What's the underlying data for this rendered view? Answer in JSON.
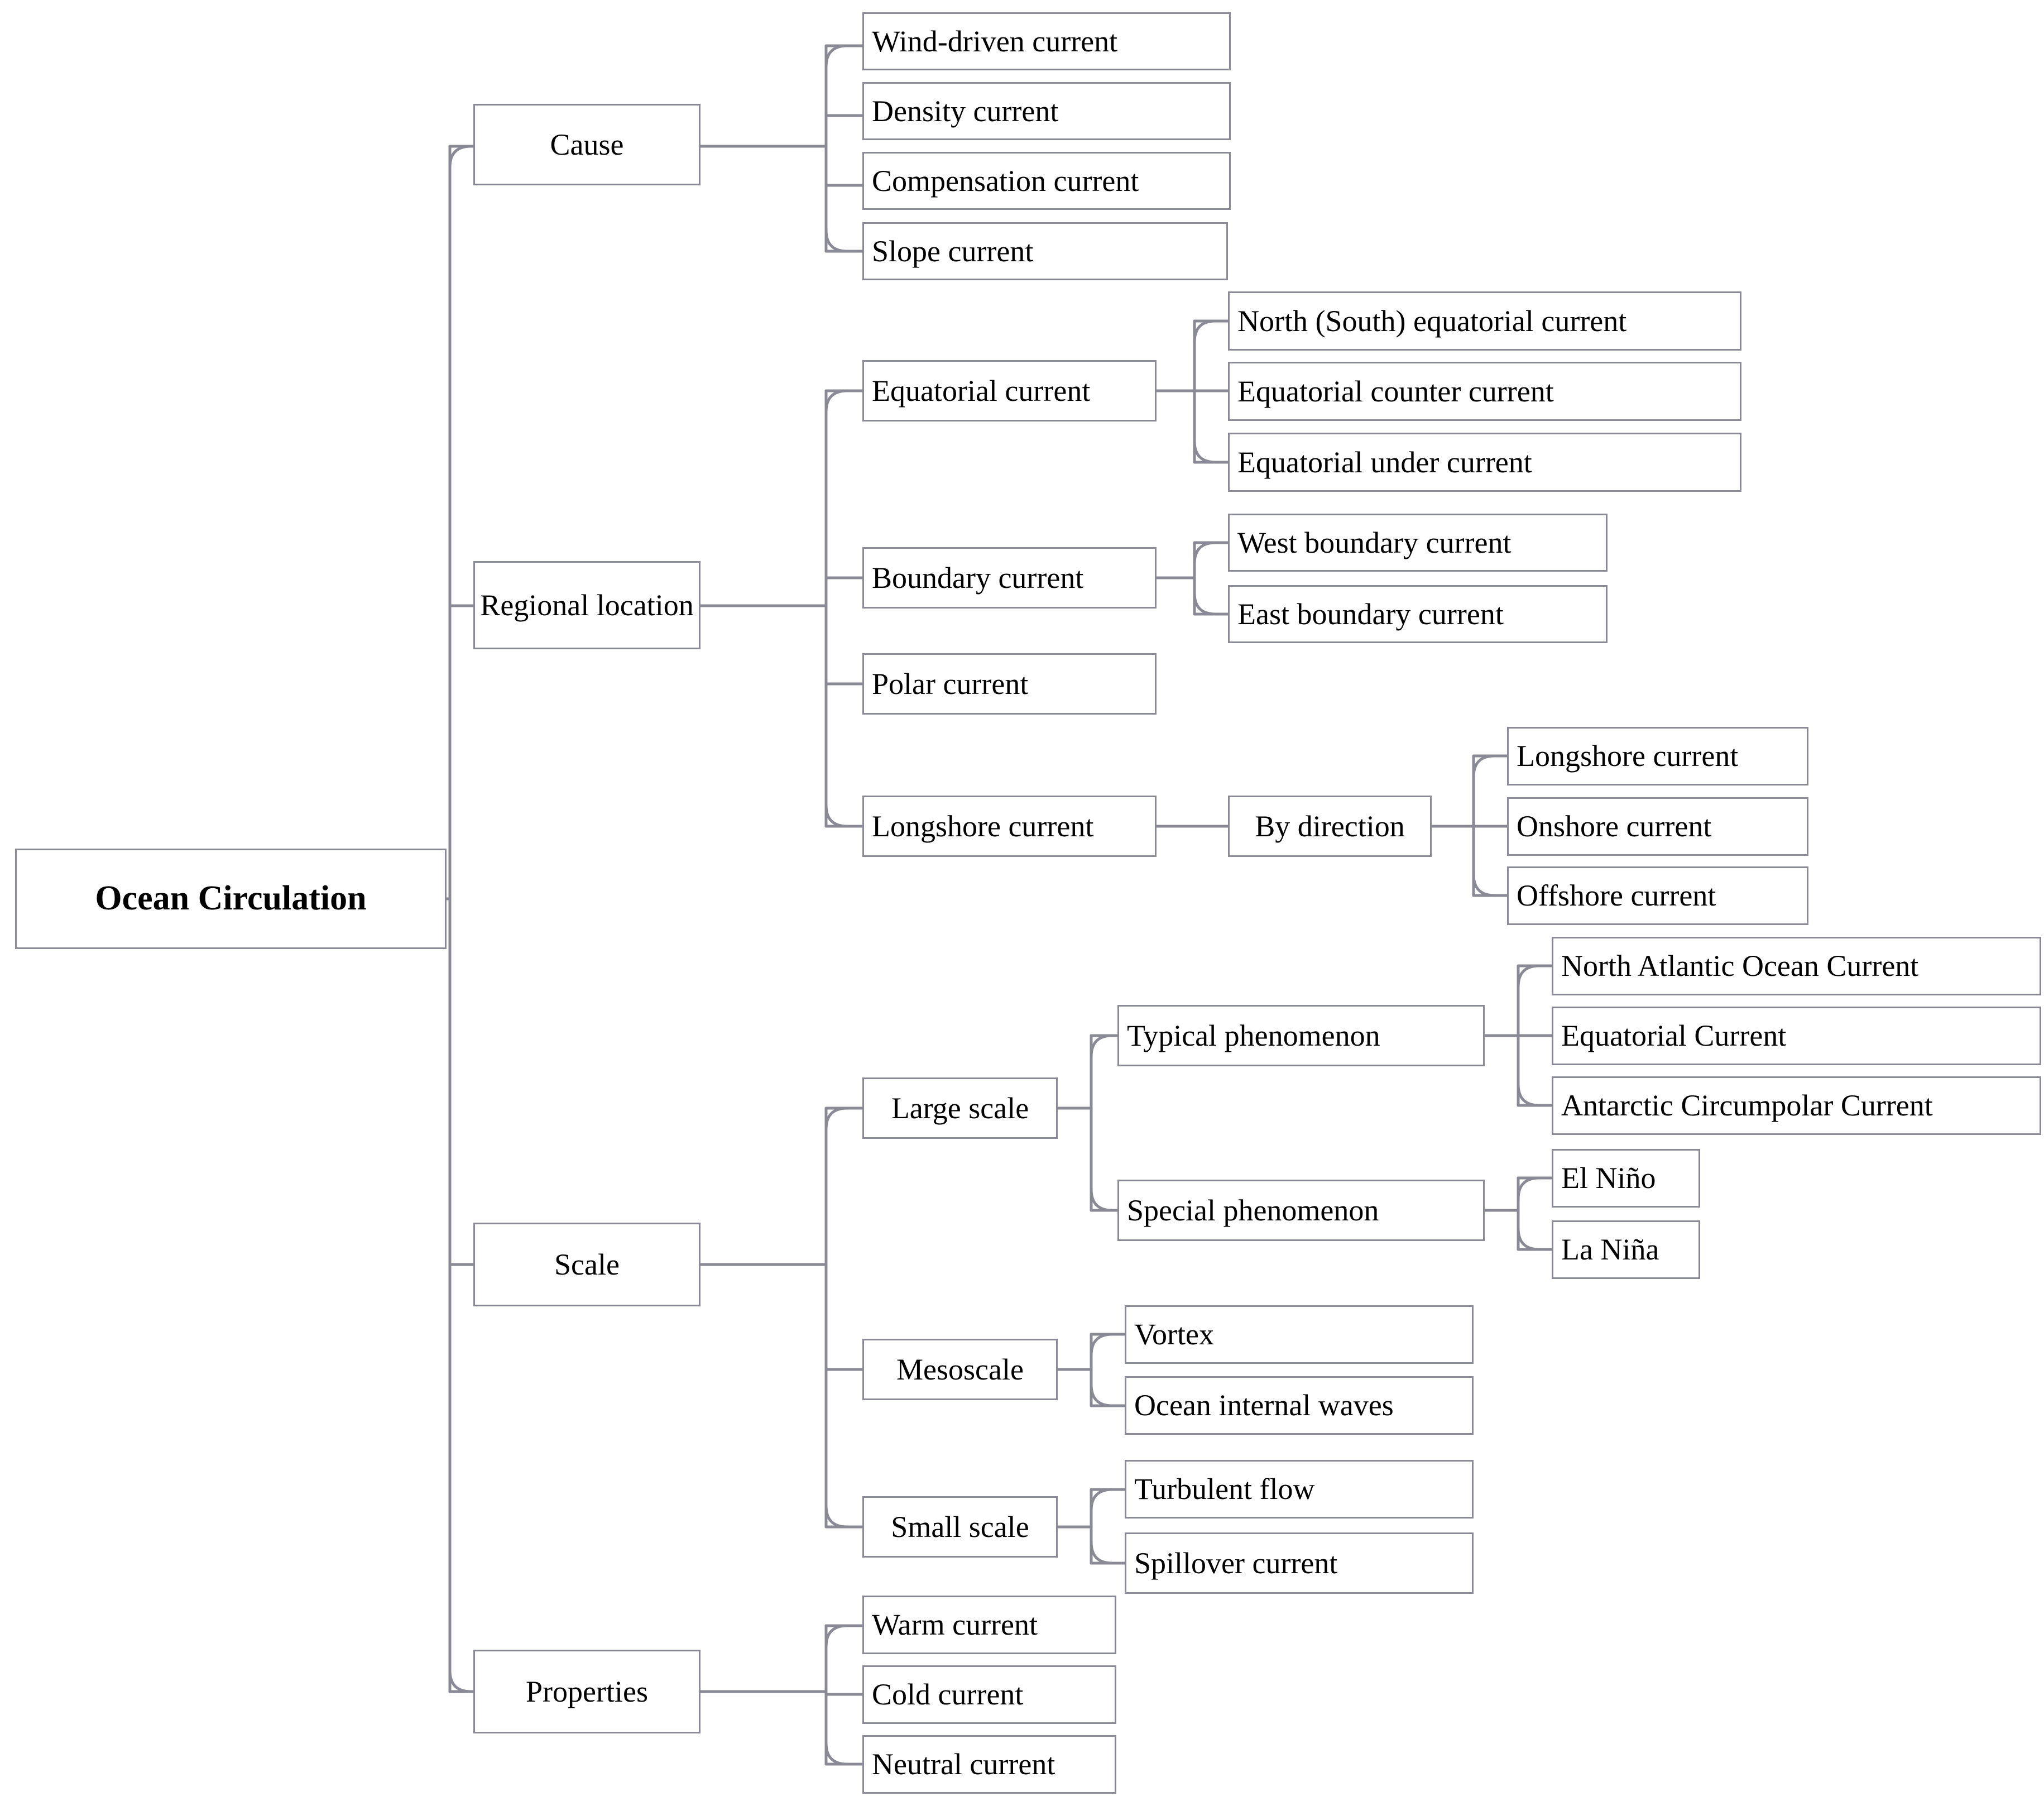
{
  "diagram": {
    "title": "Ocean Circulation",
    "type": "mind-map",
    "colors": {
      "box_border": "#8a8a96",
      "connector": "#8a8a96",
      "background": "#ffffff",
      "text": "#000000"
    }
  },
  "root": {
    "label": "Ocean Circulation"
  },
  "branches": [
    {
      "label": "Cause",
      "children": [
        {
          "label": "Wind-driven current"
        },
        {
          "label": "Density current"
        },
        {
          "label": "Compensation current"
        },
        {
          "label": "Slope current"
        }
      ]
    },
    {
      "label": "Regional location",
      "children": [
        {
          "label": "Equatorial current",
          "children": [
            {
              "label": "North (South) equatorial current"
            },
            {
              "label": "Equatorial counter current"
            },
            {
              "label": "Equatorial under current"
            }
          ]
        },
        {
          "label": "Boundary current",
          "children": [
            {
              "label": "West boundary current"
            },
            {
              "label": "East boundary current"
            }
          ]
        },
        {
          "label": "Polar current"
        },
        {
          "label": "Longshore current",
          "children": [
            {
              "label": "By direction",
              "children": [
                {
                  "label": "Longshore current"
                },
                {
                  "label": "Onshore current"
                },
                {
                  "label": "Offshore current"
                }
              ]
            }
          ]
        }
      ]
    },
    {
      "label": "Scale",
      "children": [
        {
          "label": "Large scale",
          "children": [
            {
              "label": "Typical phenomenon",
              "children": [
                {
                  "label": "North Atlantic Ocean Current"
                },
                {
                  "label": "Equatorial Current"
                },
                {
                  "label": "Antarctic Circumpolar Current"
                }
              ]
            },
            {
              "label": "Special phenomenon",
              "children": [
                {
                  "label": "El Niño"
                },
                {
                  "label": "La Niña"
                }
              ]
            }
          ]
        },
        {
          "label": "Mesoscale",
          "children": [
            {
              "label": "Vortex"
            },
            {
              "label": "Ocean internal waves"
            }
          ]
        },
        {
          "label": "Small scale",
          "children": [
            {
              "label": "Turbulent flow"
            },
            {
              "label": "Spillover current"
            }
          ]
        }
      ]
    },
    {
      "label": "Properties",
      "children": [
        {
          "label": "Warm current"
        },
        {
          "label": "Cold current"
        },
        {
          "label": "Neutral current"
        }
      ]
    }
  ],
  "nodes": {
    "root": {
      "label": "Ocean Circulation"
    },
    "cause": {
      "label": "Cause"
    },
    "wind": {
      "label": "Wind-driven current"
    },
    "density": {
      "label": "Density current"
    },
    "compensation": {
      "label": "Compensation current"
    },
    "slope": {
      "label": "Slope current"
    },
    "regional": {
      "label": "Regional location"
    },
    "equatorial": {
      "label": "Equatorial current"
    },
    "northsouth": {
      "label": "North (South) equatorial current"
    },
    "eqcounter": {
      "label": "Equatorial counter current"
    },
    "equnder": {
      "label": "Equatorial under current"
    },
    "boundary": {
      "label": "Boundary current"
    },
    "westb": {
      "label": "West boundary current"
    },
    "eastb": {
      "label": "East boundary current"
    },
    "polar": {
      "label": "Polar current"
    },
    "longshore": {
      "label": "Longshore current"
    },
    "bydirection": {
      "label": "By direction"
    },
    "longshore2": {
      "label": "Longshore current"
    },
    "onshore": {
      "label": "Onshore current"
    },
    "offshore": {
      "label": "Offshore current"
    },
    "scale": {
      "label": "Scale"
    },
    "largescale": {
      "label": "Large scale"
    },
    "typical": {
      "label": "Typical phenomenon"
    },
    "natlantic": {
      "label": "North Atlantic Ocean Current"
    },
    "eqcurrent": {
      "label": "Equatorial Current"
    },
    "antarctic": {
      "label": "Antarctic Circumpolar Current"
    },
    "special": {
      "label": "Special phenomenon"
    },
    "elnino": {
      "label": "El Niño"
    },
    "lanina": {
      "label": "La Niña"
    },
    "mesoscale": {
      "label": "Mesoscale"
    },
    "vortex": {
      "label": "Vortex"
    },
    "internal": {
      "label": "Ocean internal waves"
    },
    "smallscale": {
      "label": "Small scale"
    },
    "turbulent": {
      "label": "Turbulent flow"
    },
    "spillover": {
      "label": "Spillover current"
    },
    "properties": {
      "label": "Properties"
    },
    "warm": {
      "label": "Warm current"
    },
    "cold": {
      "label": "Cold current"
    },
    "neutral": {
      "label": "Neutral current"
    }
  }
}
